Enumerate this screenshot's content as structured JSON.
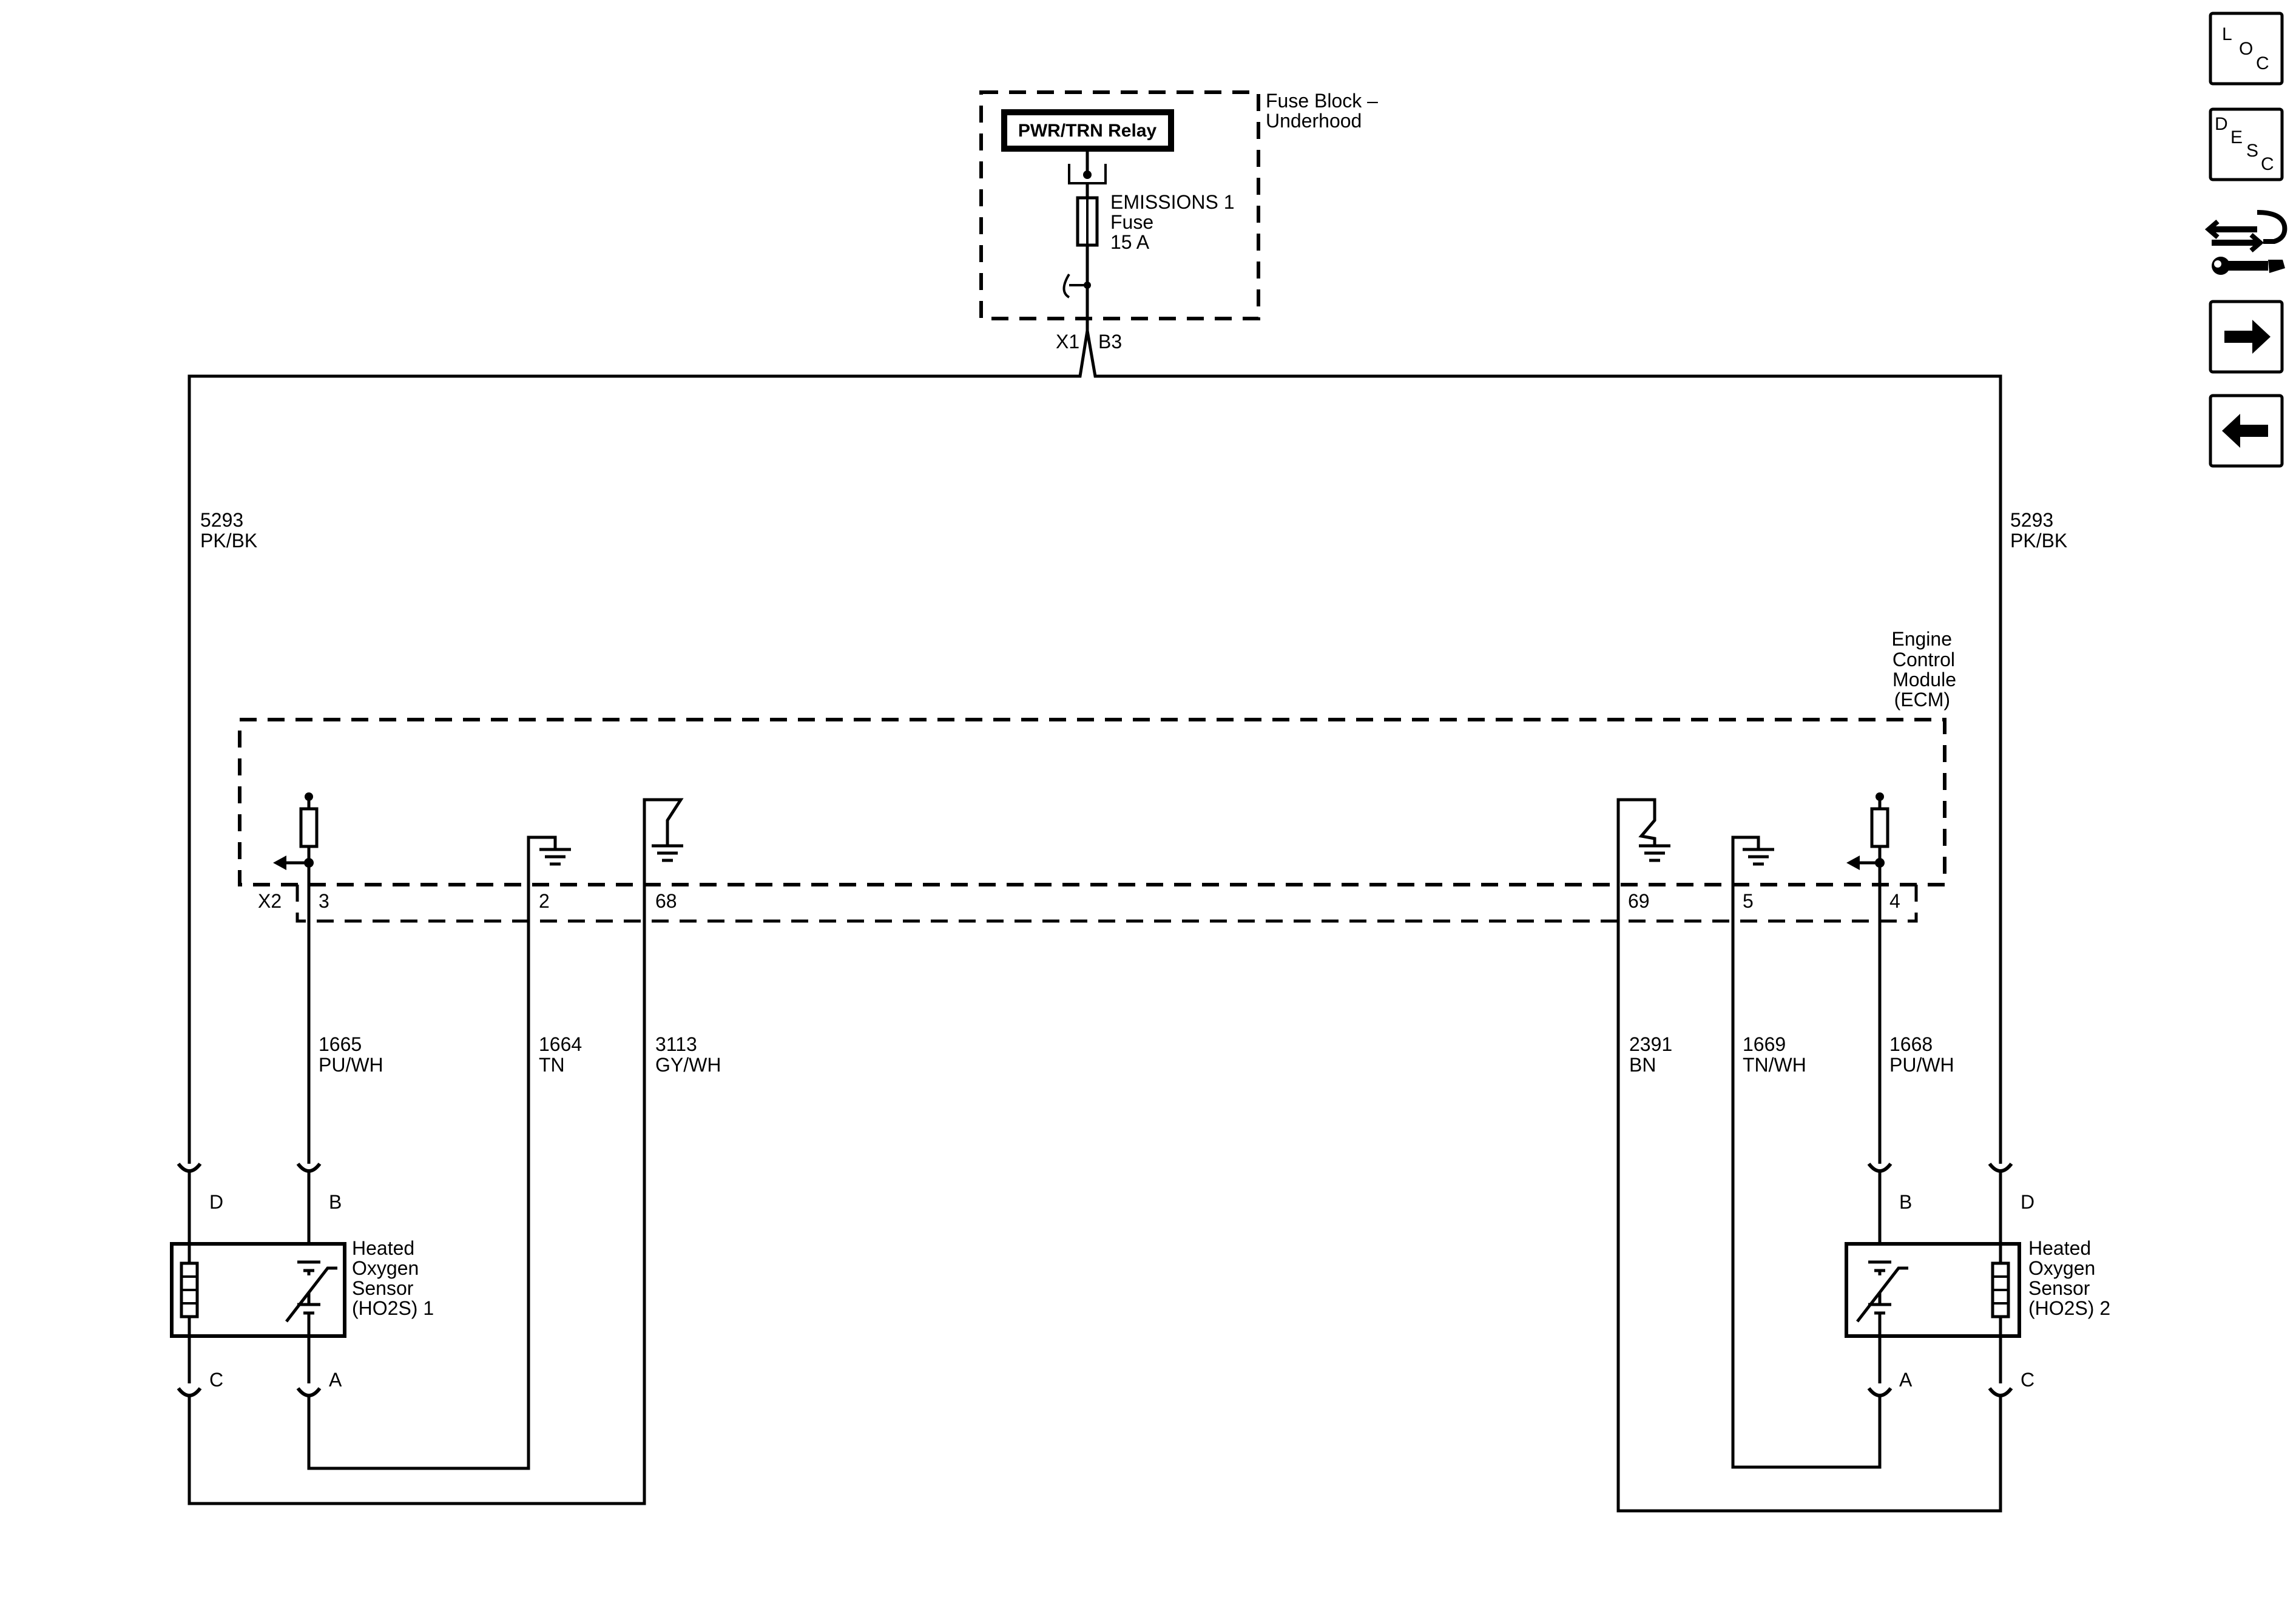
{
  "fuse_block": {
    "title_line1": "Fuse Block –",
    "title_line2": "Underhood",
    "relay_label": "PWR/TRN Relay",
    "fuse_line1": "EMISSIONS 1",
    "fuse_line2": "Fuse",
    "fuse_line3": "15 A",
    "connector": "X1",
    "pin": "B3"
  },
  "ecm": {
    "line1": "Engine",
    "line2": "Control",
    "line3": "Module",
    "line4": "(ECM)",
    "connector": "X2",
    "pins": [
      "3",
      "2",
      "68",
      "69",
      "5",
      "4"
    ]
  },
  "wires": {
    "left_feed": {
      "circuit": "5293",
      "color": "PK/BK"
    },
    "right_feed": {
      "circuit": "5293",
      "color": "PK/BK"
    },
    "w1665": {
      "circuit": "1665",
      "color": "PU/WH"
    },
    "w1664": {
      "circuit": "1664",
      "color": "TN"
    },
    "w3113": {
      "circuit": "3113",
      "color": "GY/WH"
    },
    "w2391": {
      "circuit": "2391",
      "color": "BN"
    },
    "w1669": {
      "circuit": "1669",
      "color": "TN/WH"
    },
    "w1668": {
      "circuit": "1668",
      "color": "PU/WH"
    }
  },
  "sensor1": {
    "line1": "Heated",
    "line2": "Oxygen",
    "line3": "Sensor",
    "line4": "(HO2S) 1",
    "pins": {
      "d": "D",
      "b": "B",
      "c": "C",
      "a": "A"
    }
  },
  "sensor2": {
    "line1": "Heated",
    "line2": "Oxygen",
    "line3": "Sensor",
    "line4": "(HO2S) 2",
    "pins": {
      "d": "D",
      "b": "B",
      "c": "C",
      "a": "A"
    }
  },
  "nav": {
    "loc_letters": [
      "L",
      "O",
      "C"
    ],
    "desc_letters": [
      "D",
      "E",
      "S",
      "C"
    ],
    "icons": [
      "location-icon",
      "description-icon",
      "schematic-wrench-icon",
      "arrow-right-icon",
      "arrow-left-icon"
    ]
  }
}
